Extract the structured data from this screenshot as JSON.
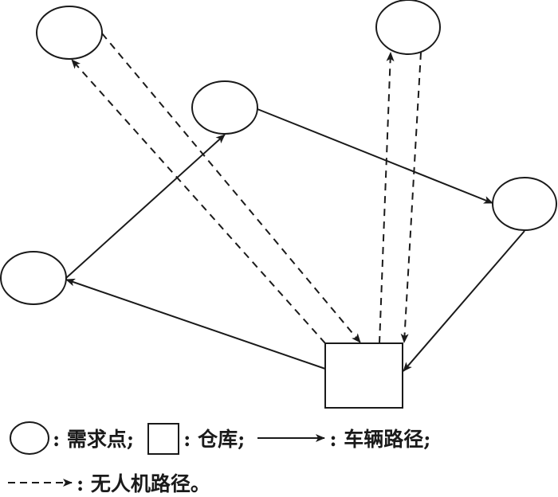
{
  "colors": {
    "stroke": "#1a1a1a",
    "background": "#ffffff"
  },
  "nodes": [
    {
      "id": "d1",
      "type": "demand"
    },
    {
      "id": "d2",
      "type": "demand"
    },
    {
      "id": "d3",
      "type": "demand"
    },
    {
      "id": "d4",
      "type": "demand"
    },
    {
      "id": "d5",
      "type": "demand"
    },
    {
      "id": "w",
      "type": "warehouse"
    }
  ],
  "vehicle_route": [
    "w",
    "d5",
    "d3",
    "d4",
    "w"
  ],
  "drone_routes": [
    [
      "w",
      "d1",
      "w"
    ],
    [
      "w",
      "d2",
      "w"
    ]
  ],
  "legend": {
    "demand_label": ": 需求点;",
    "warehouse_label": ": 仓库;",
    "vehicle_label": ": 车辆路径;",
    "drone_label": ": 无人机路径。"
  }
}
